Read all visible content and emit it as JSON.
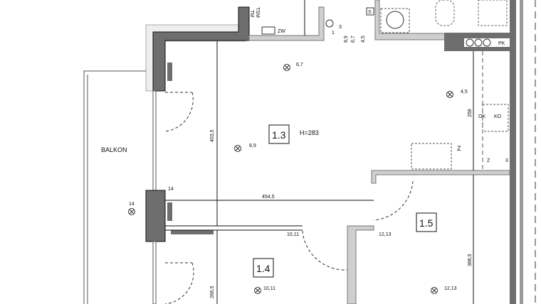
{
  "rooms": [
    {
      "id": "1.3",
      "height_label": "H=283"
    },
    {
      "id": "1.4"
    },
    {
      "id": "1.5"
    }
  ],
  "labels": {
    "balcony": "BALKON",
    "tm": "TM",
    "tsm": "TSM",
    "zw": "ZW",
    "s": "S",
    "pk": "PK",
    "ok": "OK",
    "ko": "KO",
    "z1": "Z",
    "z2": "Z",
    "three": "3",
    "one": "1",
    "three_b": "3"
  },
  "dimensions": {
    "d_403_5": "403,5",
    "d_454_5": "454,5",
    "d_258": "258",
    "d_388_5": "388,5",
    "d_266_5": "266,5"
  },
  "fixture_numbers": {
    "light_1_3_a": "6,7",
    "light_1_3_b": "8,9",
    "light_kitchen": "4,5",
    "balcony_light": "14",
    "wall_light": "14",
    "switch_1_4": "10,11",
    "switch_1_5": "12,13",
    "light_1_4": "10,11",
    "light_1_5": "12,13",
    "sw_a": "8,9",
    "sw_b": "6,7",
    "sw_c": "4,5"
  },
  "colors": {
    "wall": "#6e6e6e",
    "light_wall": "#cfcfcf",
    "line": "#111111"
  }
}
